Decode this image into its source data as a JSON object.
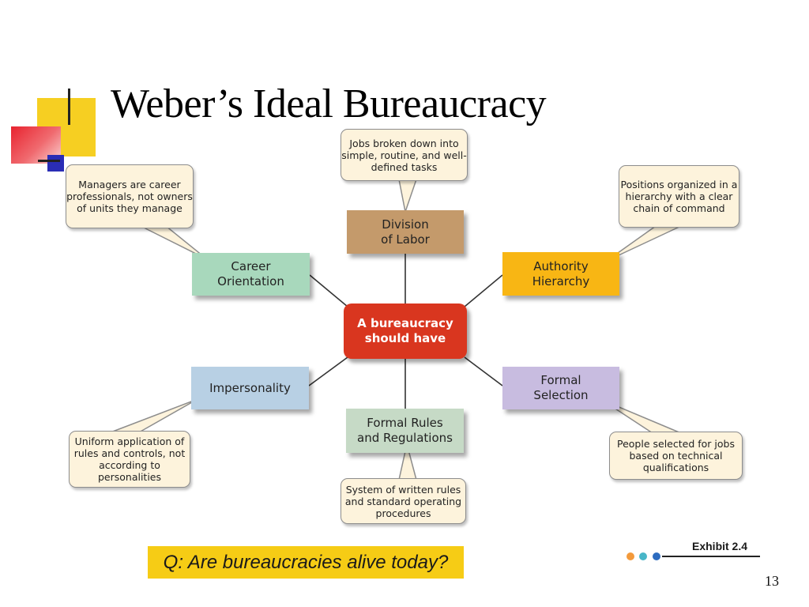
{
  "slide": {
    "title": "Weber’s Ideal Bureaucracy",
    "page_number": "13",
    "question": "Q: Are bureaucracies alive today?",
    "exhibit": "Exhibit 2.4"
  },
  "diagram": {
    "center": {
      "lines": [
        "A bureaucracy",
        "should have"
      ],
      "color": "#d9361f"
    },
    "nodes": [
      {
        "id": "division",
        "lines": [
          "Division",
          "of Labor"
        ],
        "color": "#c49a6b"
      },
      {
        "id": "career",
        "lines": [
          "Career",
          "Orientation"
        ],
        "color": "#a8d8bc"
      },
      {
        "id": "authority",
        "lines": [
          "Authority",
          "Hierarchy"
        ],
        "color": "#f8b614"
      },
      {
        "id": "impersonality",
        "lines": [
          "Impersonality"
        ],
        "color": "#b8d0e4"
      },
      {
        "id": "formal_selection",
        "lines": [
          "Formal",
          "Selection"
        ],
        "color": "#c8bce0"
      },
      {
        "id": "formal_rules",
        "lines": [
          "Formal Rules",
          "and Regulations"
        ],
        "color": "#c6dac6"
      }
    ],
    "callouts": [
      {
        "id": "jobs",
        "for": "division",
        "lines": [
          "Jobs broken down",
          "into simple, routine,",
          "and well-defined tasks"
        ]
      },
      {
        "id": "managers",
        "for": "career",
        "lines": [
          "Managers are career",
          "professionals, not",
          "owners of units they",
          "manage"
        ]
      },
      {
        "id": "positions",
        "for": "authority",
        "lines": [
          "Positions organized",
          "in a hierarchy with",
          "a clear chain",
          "of command"
        ]
      },
      {
        "id": "uniform",
        "for": "impersonality",
        "lines": [
          "Uniform application",
          "of rules and controls,",
          "not according to",
          "personalities"
        ]
      },
      {
        "id": "people",
        "for": "formal_selection",
        "lines": [
          "People selected for",
          "jobs based on",
          "technical qualifications"
        ]
      },
      {
        "id": "system",
        "for": "formal_rules",
        "lines": [
          "System of written",
          "rules and standard",
          "operating procedures"
        ]
      }
    ]
  },
  "colors": {
    "accent_yellow": "#f6cc15",
    "callout_fill": "#fdf3dc"
  }
}
